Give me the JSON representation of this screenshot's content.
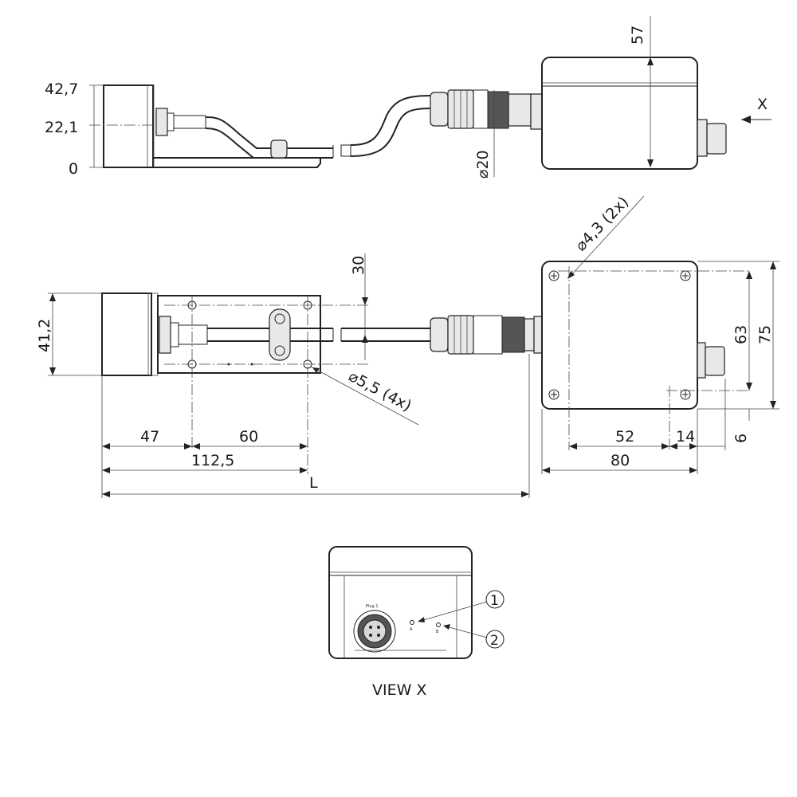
{
  "title": "Sensor with cable and junction box – dimensional drawing",
  "side_view": {
    "height_top": "42,7",
    "height_mid": "22,1",
    "height_base": "0",
    "box_height": "57",
    "cable_dia": "20",
    "view_marker": "X"
  },
  "plan_view": {
    "width_sensor": "41,2",
    "cable_offset": "30",
    "hole_dia_box": "4,3 (2x)",
    "hole_dia_sensor": "5,5 (4x)",
    "dim_47": "47",
    "dim_60": "60",
    "dim_112": "112,5",
    "dim_L": "L",
    "dim_63": "63",
    "dim_75": "75",
    "dim_52": "52",
    "dim_14": "14",
    "dim_6": "6",
    "dim_80": "80"
  },
  "view_x": {
    "title": "VIEW X",
    "plug_label": "Plug 1",
    "led1_label": "A",
    "led2_label": "B",
    "callout_1": "1",
    "callout_2": "2"
  }
}
